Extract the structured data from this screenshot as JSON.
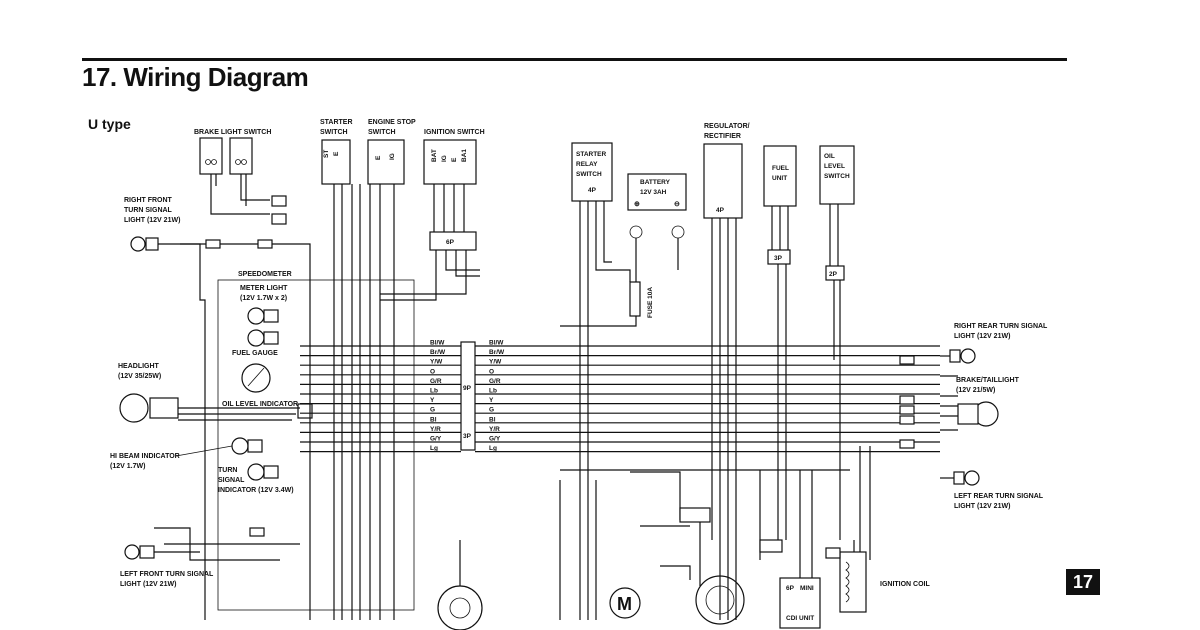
{
  "header": {
    "title": "17. Wiring Diagram",
    "subtitle": "U type",
    "page_number": "17"
  },
  "components": {
    "brake_light_switch": "BRAKE LIGHT SWITCH",
    "starter_switch": [
      "STARTER",
      "SWITCH"
    ],
    "engine_stop_switch": [
      "ENGINE STOP",
      "SWITCH"
    ],
    "ignition_switch": "IGNITION SWITCH",
    "regulator_rectifier": [
      "REGULATOR/",
      "RECTIFIER"
    ],
    "starter_relay_switch": [
      "STARTER",
      "RELAY",
      "SWITCH"
    ],
    "battery": [
      "BATTERY",
      "12V 3AH"
    ],
    "fuel_unit": [
      "FUEL",
      "UNIT"
    ],
    "oil_level_switch": [
      "OIL",
      "LEVEL",
      "SWITCH"
    ],
    "right_front_turn": [
      "RIGHT FRONT",
      "TURN SIGNAL",
      "LIGHT (12V 21W)"
    ],
    "speedometer": "SPEEDOMETER",
    "meter_light": [
      "METER LIGHT",
      "(12V 1.7W x 2)"
    ],
    "fuel_gauge": "FUEL GAUGE",
    "headlight": [
      "HEADLIGHT",
      "(12V 35/25W)"
    ],
    "oil_level_indicator": "OIL LEVEL INDICATOR",
    "hi_beam_indicator": [
      "HI BEAM INDICATOR",
      "(12V 1.7W)"
    ],
    "turn_signal_indicator": [
      "TURN",
      "SIGNAL",
      "INDICATOR (12V 3.4W)"
    ],
    "left_front_turn": [
      "LEFT FRONT TURN SIGNAL",
      "LIGHT (12V 21W)"
    ],
    "right_rear_turn": [
      "RIGHT REAR TURN SIGNAL",
      "LIGHT (12V 21W)"
    ],
    "brake_tail_light": [
      "BRAKE/TAILLIGHT",
      "(12V 21/5W)"
    ],
    "left_rear_turn": [
      "LEFT REAR TURN SIGNAL",
      "LIGHT (12V 21W)"
    ],
    "ignition_coil": "IGNITION COIL",
    "cdi_unit": "CDI UNIT",
    "fuse": "FUSE 10A",
    "motor": "M"
  },
  "connector_wires": {
    "left": [
      "Bl/W",
      "Br/W",
      "Y/W",
      "O",
      "G/R",
      "Lb",
      "Y",
      "G",
      "Bl",
      "Y/R",
      "G/Y",
      "Lg"
    ],
    "right": [
      "Bl/W",
      "Br/W",
      "Y/W",
      "O",
      "G/R",
      "Lb",
      "Y",
      "G",
      "Bl",
      "Y/R",
      "G/Y",
      "Lg"
    ]
  },
  "connector_pins": {
    "main": "9P",
    "sub": "3P",
    "ign": "6P",
    "reg": "4P",
    "relay": "4P",
    "fuel": "3P",
    "oil": "2P",
    "cdi": "6P",
    "cdi_mini": "MINI"
  },
  "switch_terminals": {
    "starter": [
      "ST",
      "E"
    ],
    "engine_stop": [
      "E",
      "IG"
    ],
    "ignition": [
      "BAT",
      "IG",
      "E",
      "BA1"
    ]
  }
}
